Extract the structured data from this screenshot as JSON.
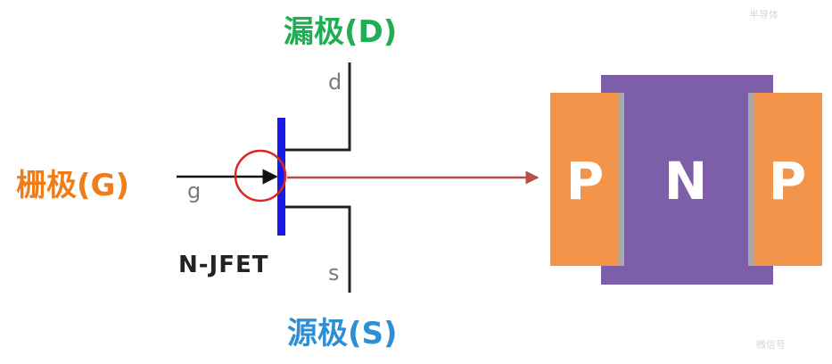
{
  "labels": {
    "drain": "漏极(D)",
    "gate": "栅极(G)",
    "source": "源极(S)",
    "device": "N-JFET"
  },
  "terminals": {
    "d": "d",
    "g": "g",
    "s": "s"
  },
  "regions": {
    "left": "P",
    "middle": "N",
    "right": "P"
  },
  "watermarks": [
    "半导体",
    "微信号"
  ],
  "colors": {
    "drain": "#1fae54",
    "gate": "#ef7d1a",
    "source": "#2f8fd4",
    "gate_bar": "#1a1ae8",
    "circle": "#e02424",
    "pointer_arrow": "#b5504a",
    "p_region": "#f2954a",
    "n_region": "#7d5ea8",
    "junction": "#a8a8a8"
  }
}
